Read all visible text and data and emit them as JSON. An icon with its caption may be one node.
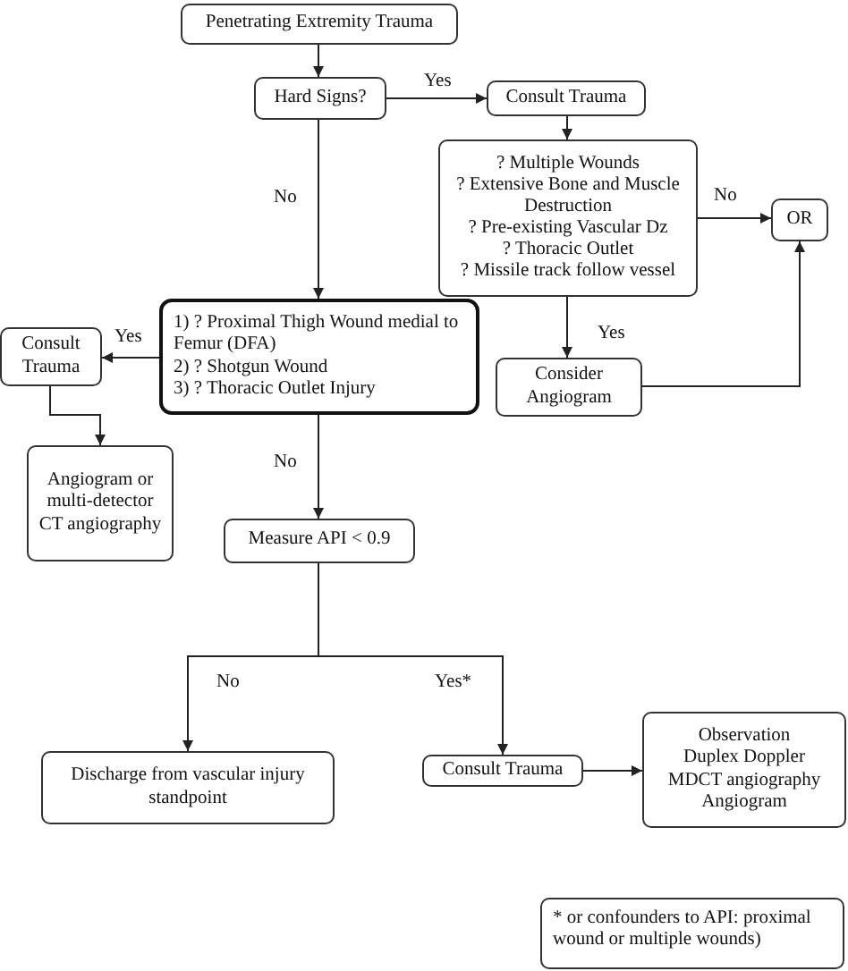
{
  "diagram": {
    "nodes": [
      {
        "text": [
          "Penetrating Extremity Trauma"
        ]
      },
      {
        "text": [
          "Hard Signs?"
        ]
      },
      {
        "text": [
          "Consult Trauma"
        ]
      },
      {
        "text": [
          "? Multiple Wounds",
          "? Extensive Bone and Muscle Destruction",
          "? Pre-existing Vascular Dz",
          "? Thoracic Outlet",
          "? Missile track follow vessel"
        ]
      },
      {
        "text": [
          "OR"
        ]
      },
      {
        "text": [
          "1) ? Proximal Thigh Wound medial to Femur (DFA)",
          "2) ? Shotgun Wound",
          "3) ? Thoracic Outlet Injury"
        ]
      },
      {
        "text": [
          "Consult Trauma"
        ]
      },
      {
        "text": [
          "Consider Angiogram"
        ]
      },
      {
        "text": [
          "Angiogram or multi-detector CT angiography"
        ]
      },
      {
        "text": [
          "Measure API < 0.9"
        ]
      },
      {
        "text": [
          "Discharge from vascular injury standpoint"
        ]
      },
      {
        "text": [
          "Consult Trauma"
        ]
      },
      {
        "text": [
          "Observation",
          "Duplex Doppler",
          "MDCT angiography",
          "Angiogram"
        ]
      },
      {
        "text": [
          "* or confounders to API: proximal wound or multiple wounds)"
        ]
      }
    ],
    "edges": [
      {
        "from": 0,
        "to": 1,
        "arrow": "to"
      },
      {
        "from": 1,
        "to": 2,
        "arrow": "to",
        "label": "Yes"
      },
      {
        "from": 1,
        "to": 5,
        "arrow": "to",
        "label": "No"
      },
      {
        "from": 2,
        "to": 3,
        "arrow": "to"
      },
      {
        "from": 3,
        "to": 4,
        "arrow": "to",
        "label": "No"
      },
      {
        "from": 3,
        "to": 7,
        "arrow": "to",
        "label": "Yes"
      },
      {
        "from": 7,
        "to": 4,
        "arrow": "to"
      },
      {
        "from": 5,
        "to": 6,
        "arrow": "to",
        "label": "Yes"
      },
      {
        "from": 6,
        "to": 8,
        "arrow": "to"
      },
      {
        "from": 5,
        "to": 9,
        "arrow": "to",
        "label": "No"
      },
      {
        "from": 9,
        "to": 10,
        "arrow": "to",
        "label": "No"
      },
      {
        "from": 9,
        "to": 11,
        "arrow": "to",
        "label": "Yes*"
      },
      {
        "from": 11,
        "to": 12,
        "arrow": "to"
      }
    ]
  }
}
